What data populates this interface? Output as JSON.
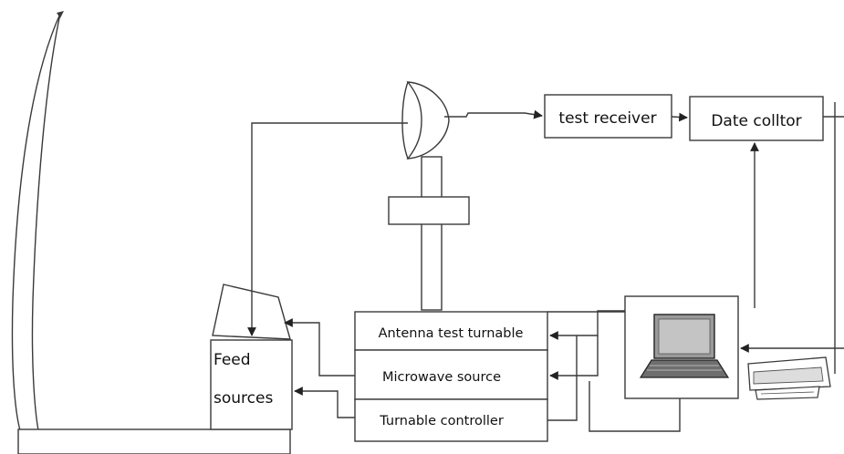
{
  "labels": {
    "test_receiver": "test receiver",
    "data_collector": "Date colltor",
    "antenna_turntable": "Antenna test turnable",
    "microwave_source": "Microwave source",
    "turntable_controller": "Turnable controller",
    "feed_line1": "Feed",
    "feed_line2": "sources"
  },
  "icons": {
    "reflector": "parabolic-reflector-icon",
    "antenna": "dish-antenna-icon",
    "computer": "laptop-computer-icon",
    "printer": "printer-icon"
  }
}
